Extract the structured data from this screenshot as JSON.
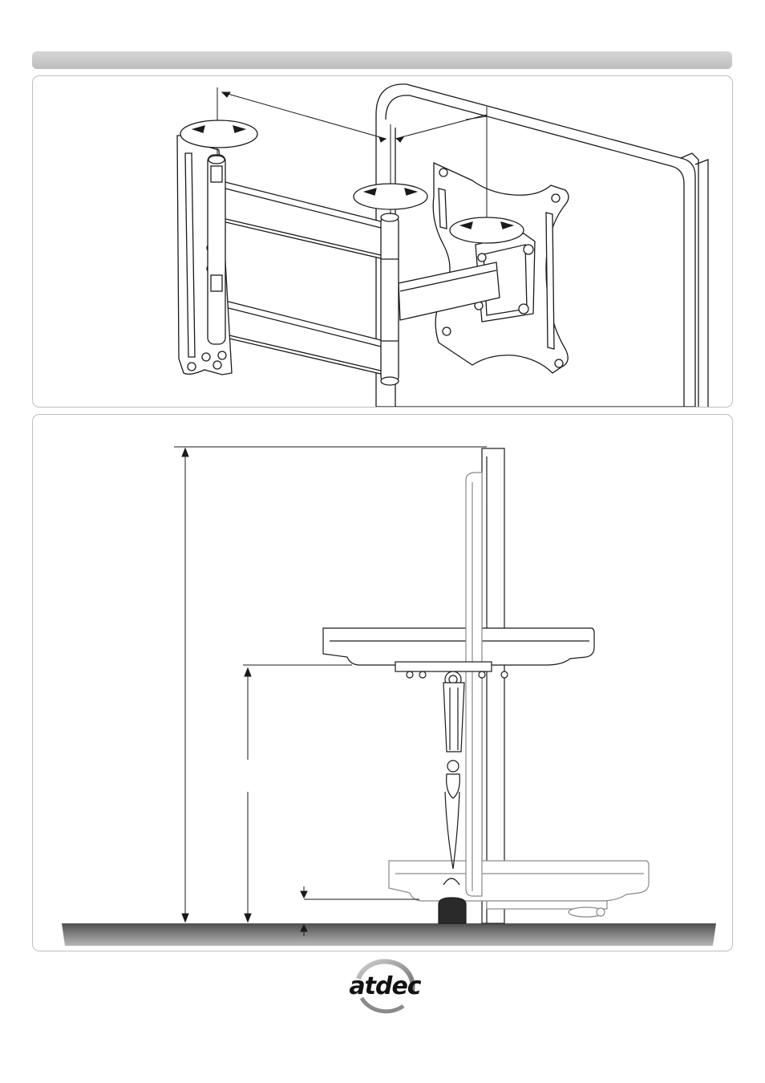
{
  "logo": {
    "text": "atdec",
    "icon": "atdec-ring-logo"
  },
  "colors": {
    "line": "#1a1a1a",
    "panel_border": "#bdbdbd",
    "bar": "#c9c9c9",
    "floor_dark": "#4e4e4e",
    "floor_light": "#b8b8b8"
  },
  "figures": [
    {
      "id": "articulating-arm-isometric"
    },
    {
      "id": "tv-height-side-view"
    }
  ]
}
